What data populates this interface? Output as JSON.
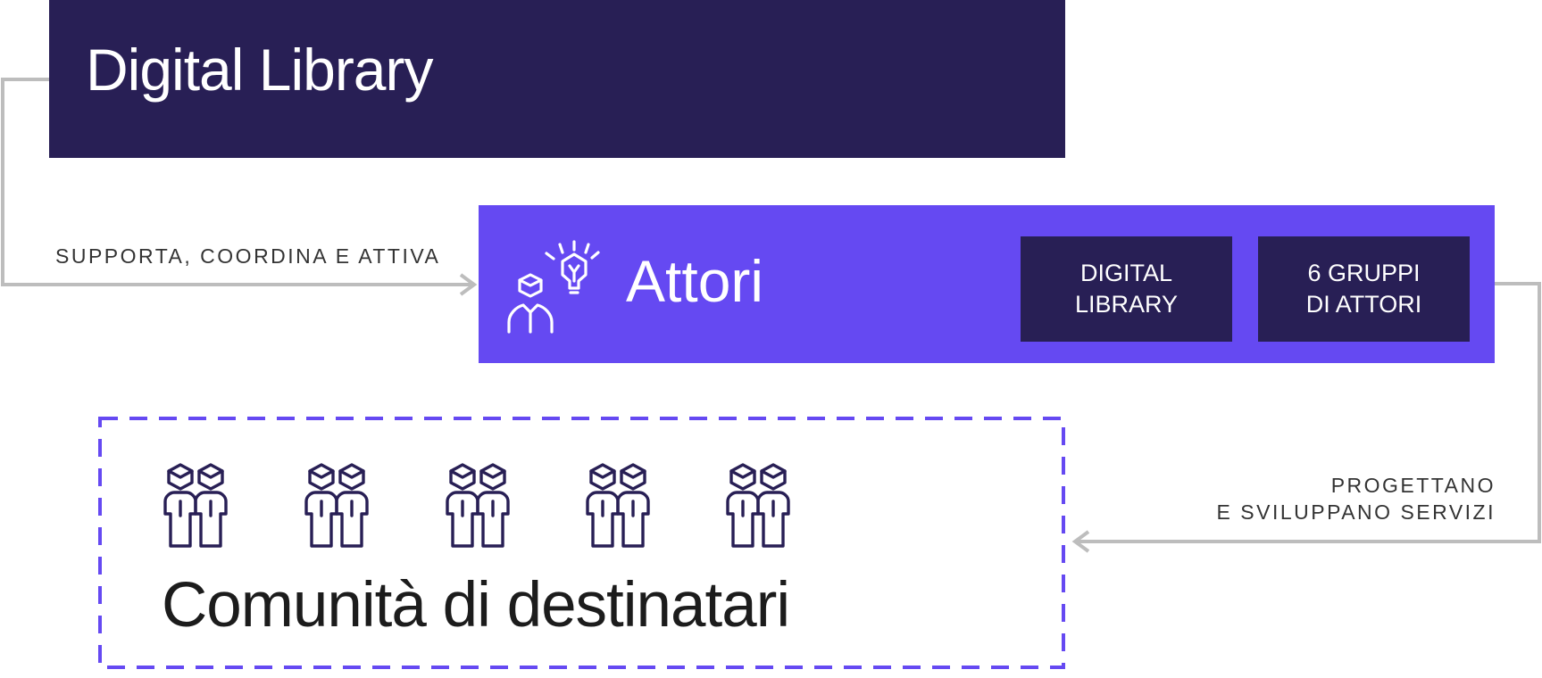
{
  "top_box": {
    "title": "Digital Library"
  },
  "actors_box": {
    "title": "Attori",
    "tags": [
      {
        "line1": "DIGITAL",
        "line2": "LIBRARY"
      },
      {
        "line1": "6 GRUPPI",
        "line2": "DI ATTORI"
      }
    ]
  },
  "community_box": {
    "title": "Comunità di destinatari",
    "people_icon_count": 5
  },
  "edges": {
    "left_label": "SUPPORTA, COORDINA E ATTIVA",
    "right_label_line1": "PROGETTANO",
    "right_label_line2": "E SVILUPPANO SERVIZI"
  },
  "colors": {
    "dark_navy": "#281f55",
    "violet": "#6549f2",
    "arrow_gray": "#bdbdbd",
    "text_dark": "#1c1c1c",
    "white": "#ffffff"
  },
  "icons": {
    "actors": "person-with-lightbulb-icon",
    "community": "two-people-icon"
  }
}
